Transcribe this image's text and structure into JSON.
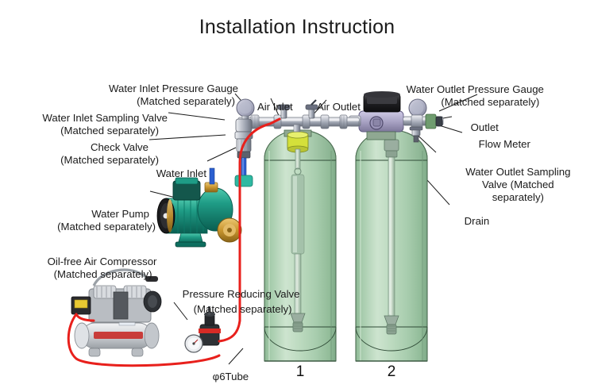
{
  "title": "Installation Instruction",
  "labels": {
    "inlet_pressure_gauge": "Water Inlet Pressure Gauge",
    "inlet_pressure_gauge_sub": "(Matched separately)",
    "inlet_sampling_valve": "Water Inlet Sampling Valve",
    "inlet_sampling_valve_sub": "(Matched separately)",
    "check_valve": "Check Valve",
    "check_valve_sub": "(Matched separately)",
    "water_inlet": "Water Inlet",
    "air_inlet": "Air Inlet",
    "air_outlet": "Air Outlet",
    "outlet_pressure_gauge": "Water Outlet Pressure Gauge",
    "outlet_pressure_gauge_sub": "(Matched separately)",
    "outlet": "Outlet",
    "flow_meter": "Flow Meter",
    "outlet_sampling_valve_l1": "Water Outlet Sampling",
    "outlet_sampling_valve_l2": "Valve (Matched",
    "outlet_sampling_valve_l3": "separately)",
    "drain": "Drain",
    "water_pump": "Water Pump",
    "water_pump_sub": "(Matched separately)",
    "air_compressor": "Oil-free Air Compressor",
    "air_compressor_sub": "(Matched separately)",
    "pressure_reducing_valve": "Pressure Reducing Valve",
    "pressure_reducing_valve_sub": "(Matched separately)",
    "tube": "φ6Tube",
    "tank_1": "1",
    "tank_2": "2"
  },
  "colors": {
    "tank_glass": "#a9cdae",
    "tank_glass_light": "#c9e2cb",
    "tank_edge": "#4a6b50",
    "pipe_metal": "#b9bcc6",
    "pipe_metal_dark": "#7d828f",
    "valve_head": "#2a2a2c",
    "valve_body": "#a9a3c4",
    "pump_teal": "#1f9c86",
    "pump_teal_dark": "#0d6e5f",
    "brass": "#c9962f",
    "compressor_silver": "#cfd2d6",
    "hose_red": "#e8201c",
    "inlet_blue": "#2b5fd0",
    "leader_line": "#1a1a1a",
    "text": "#1a1a1a",
    "top_cap_yellow": "#d4e03a",
    "flow_meter_green": "#6f9c6f"
  }
}
